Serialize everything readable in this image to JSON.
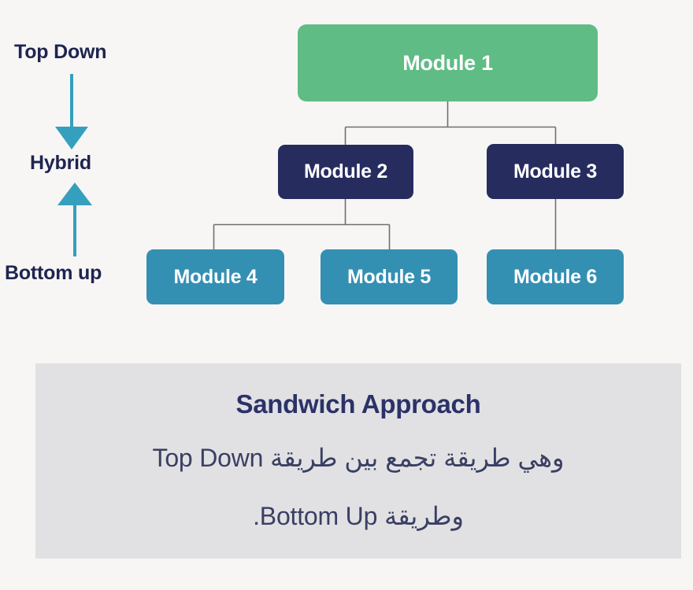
{
  "colors": {
    "page_background": "#f7f6f5",
    "root_node": "#5fbc84",
    "level2_node": "#262c5e",
    "level3_node": "#3490b3",
    "arrow": "#34a0bd",
    "label_text": "#1f2450",
    "panel_background": "#e1e1e3",
    "panel_title": "#2b3268",
    "panel_body": "#3a3f63",
    "connector_line": "#6f6f71"
  },
  "strategy_axis": {
    "top_label": "Top Down",
    "middle_label": "Hybrid",
    "bottom_label": "Bottom up",
    "down_arrow_icon": "arrow-down-icon",
    "up_arrow_icon": "arrow-up-icon"
  },
  "tree": {
    "nodes": [
      {
        "id": "module-1",
        "label": "Module 1",
        "level": 1
      },
      {
        "id": "module-2",
        "label": "Module 2",
        "level": 2
      },
      {
        "id": "module-3",
        "label": "Module 3",
        "level": 2
      },
      {
        "id": "module-4",
        "label": "Module 4",
        "level": 3
      },
      {
        "id": "module-5",
        "label": "Module 5",
        "level": 3
      },
      {
        "id": "module-6",
        "label": "Module 6",
        "level": 3
      }
    ],
    "edges": [
      {
        "from": "module-1",
        "to": "module-2"
      },
      {
        "from": "module-1",
        "to": "module-3"
      },
      {
        "from": "module-2",
        "to": "module-4"
      },
      {
        "from": "module-2",
        "to": "module-5"
      },
      {
        "from": "module-3",
        "to": "module-6"
      }
    ]
  },
  "caption": {
    "title": "Sandwich Approach",
    "line_1": "وهي طريقة تجمع بين طريقة Top Down",
    "line_2": "وطريقة Bottom Up."
  }
}
